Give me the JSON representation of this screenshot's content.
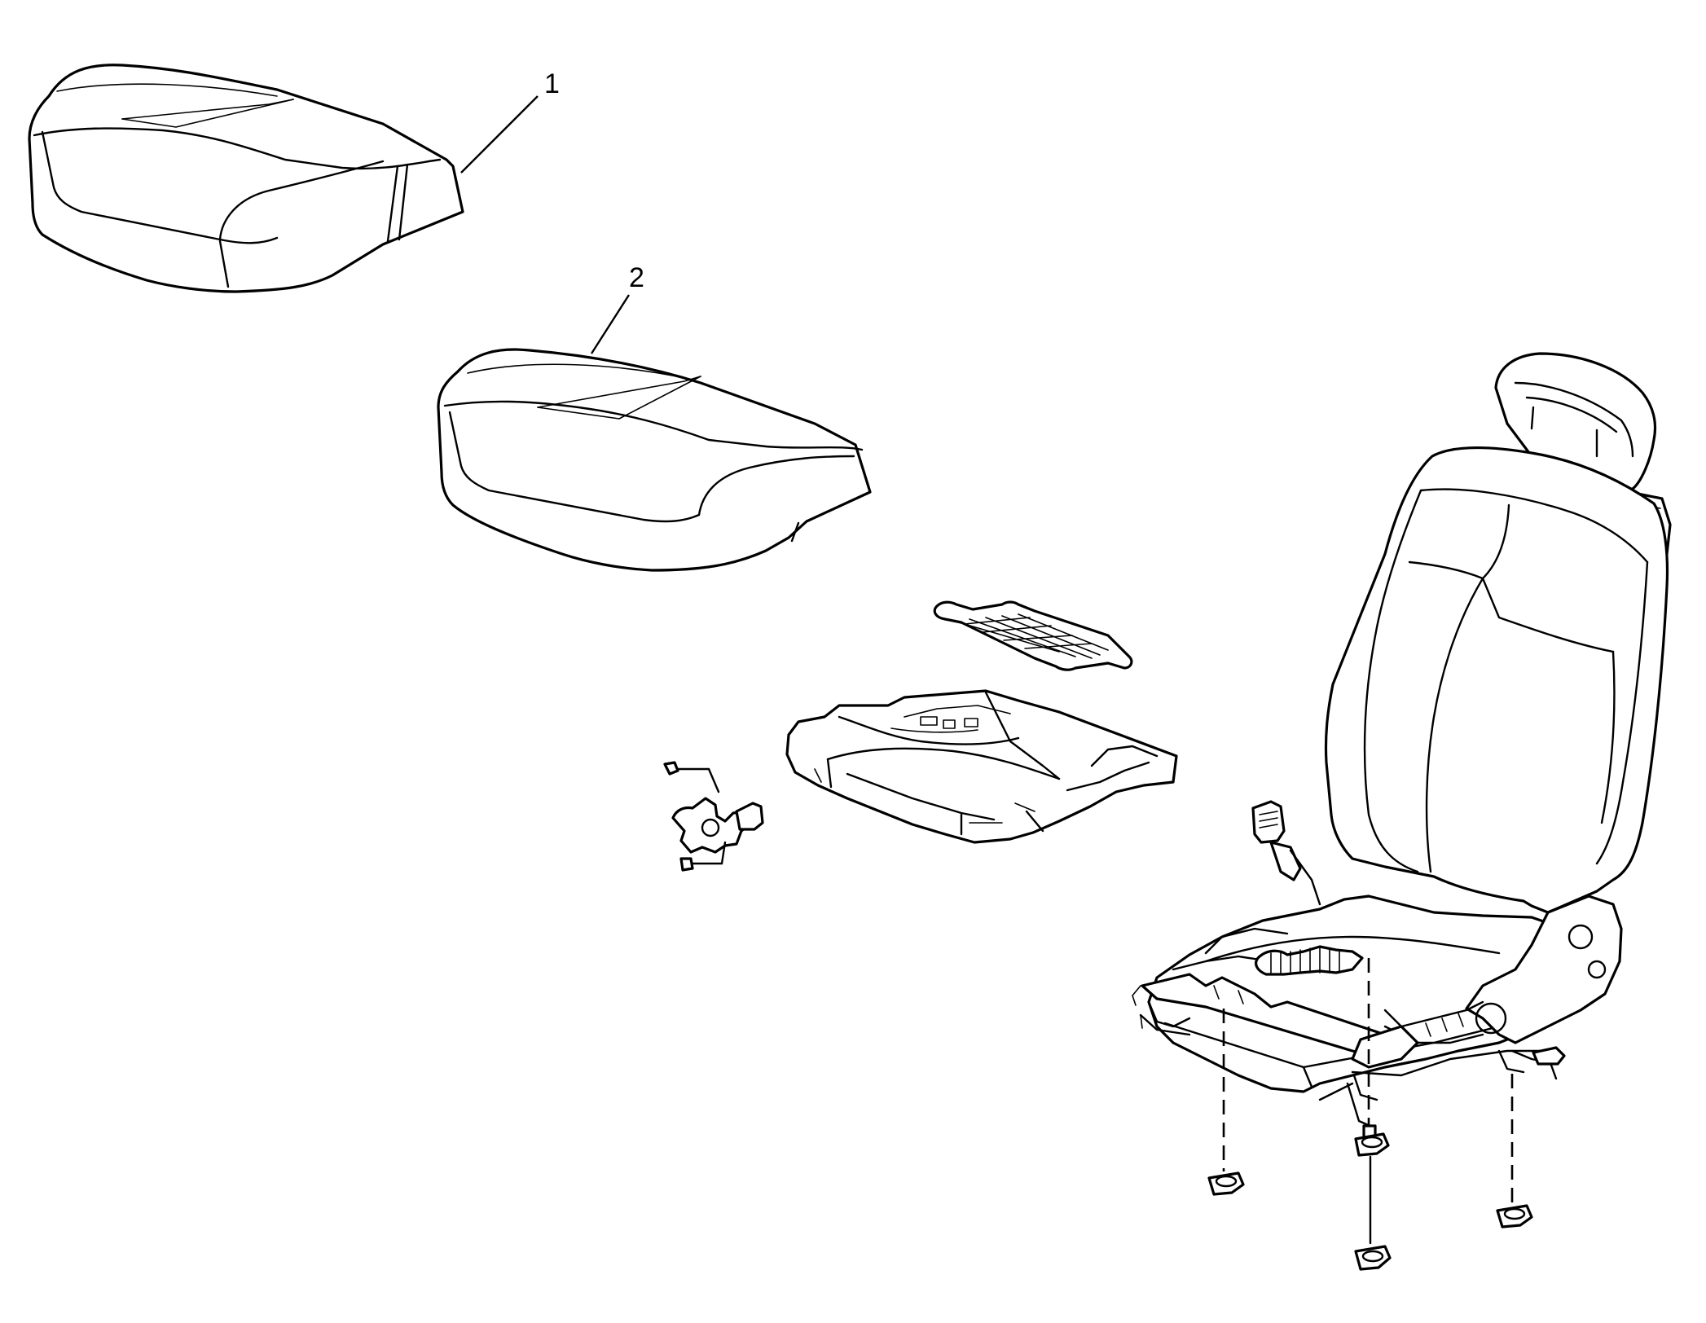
{
  "callouts": [
    {
      "id": "1",
      "label": "1"
    },
    {
      "id": "2",
      "label": "2"
    }
  ],
  "parts": [
    {
      "name": "seat-cushion-cover",
      "callout": "1"
    },
    {
      "name": "seat-cushion-pad",
      "callout": "2"
    },
    {
      "name": "seat-cushion-suspension-mat"
    },
    {
      "name": "seat-cushion-pan-frame"
    },
    {
      "name": "seat-adjuster-knob-assembly"
    },
    {
      "name": "seat-assembly-with-adjuster"
    },
    {
      "name": "seat-mounting-bolt"
    }
  ],
  "colors": {
    "line": "#000000",
    "background": "#ffffff"
  }
}
